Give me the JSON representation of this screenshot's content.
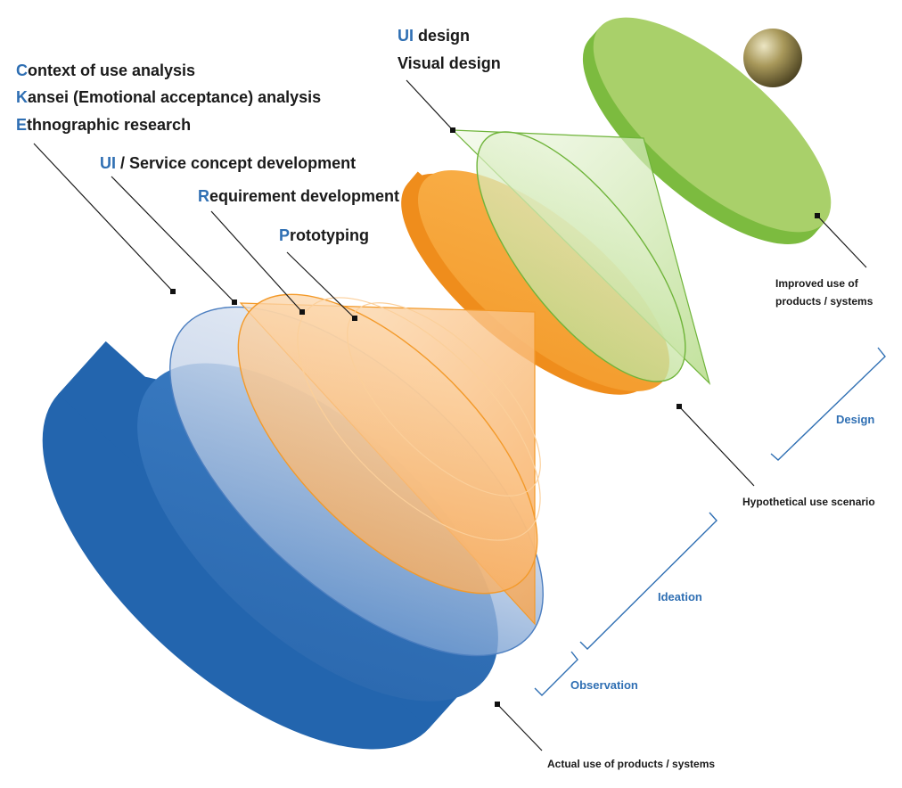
{
  "labels": {
    "context_prefix": "C",
    "context_rest": "ontext of use analysis",
    "kansei_prefix": "K",
    "kansei_rest": "ansei (Emotional acceptance) analysis",
    "ethno_prefix": "E",
    "ethno_rest": "thnographic research",
    "ui_service_prefix": "UI",
    "ui_service_rest": " / Service concept development",
    "requirement_prefix": "R",
    "requirement_rest": "equirement development",
    "prototyping_prefix": "P",
    "prototyping_rest": "rototyping",
    "ui_design_prefix": "UI",
    "ui_design_rest": " design",
    "visual_design": "Visual design",
    "improved_use_line1": "Improved use of",
    "improved_use_line2": "products / systems",
    "hypothetical_use": "Hypothetical use scenario",
    "actual_use": "Actual use of products / systems"
  },
  "phases": {
    "design": "Design",
    "ideation": "Ideation",
    "observation": "Observation"
  },
  "colors": {
    "blue_disc": "#2a6db5",
    "blue_side": "#2365ae",
    "orange_disc": "#f7a53a",
    "orange_side": "#f08f1e",
    "green_disc": "#a9d06a",
    "green_side": "#7cbb3f",
    "accent_text": "#2f6fb3",
    "sphere": "#8a7a3e"
  }
}
